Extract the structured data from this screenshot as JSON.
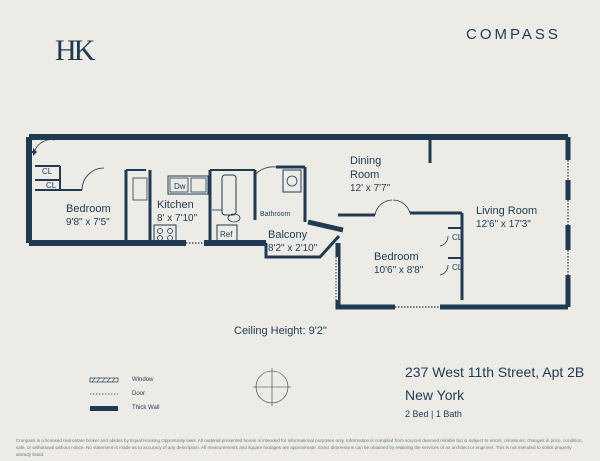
{
  "brand": {
    "logo_left": "HK",
    "logo_right": "COMPASS"
  },
  "rooms": {
    "bedroom1": {
      "name": "Bedroom",
      "dims": "9'8\" x 7'5\""
    },
    "kitchen": {
      "name": "Kitchen",
      "dims": "8' x 7'10\""
    },
    "dining": {
      "name": "Dining Room",
      "name_line1": "Dining",
      "name_line2": "Room",
      "dims": "12' x 7'7\""
    },
    "living": {
      "name": "Living Room",
      "dims": "12'6\" x 17'3\""
    },
    "balcony": {
      "name": "Balcony",
      "dims": "8'2\" x 2'10\""
    },
    "bedroom2": {
      "name": "Bedroom",
      "dims": "10'6\" x 8'8\""
    },
    "bathroom": {
      "name": "Bathroom"
    }
  },
  "fixtures": {
    "cl": "CL",
    "dw": "Dw",
    "ref": "Ref"
  },
  "ceiling_height": "Ceiling Height: 9'2\"",
  "listing": {
    "address": "237 West 11th Street, Apt 2B",
    "city": "New York",
    "beds_baths": "2 Bed | 1 Bath"
  },
  "legend": {
    "window": "Window",
    "door": "Door",
    "thick_wall": "Thick Wall"
  },
  "colors": {
    "background": "#ecebe6",
    "wall": "#1f3a52"
  },
  "disclaimer": "Compass is a licensed real estate broker and abides by Equal Housing Opportunity laws. All material presented herein is intended for informational purposes only. Information is compiled from sources deemed reliable but is subject to errors, omissions, changes in price, condition, sale, or withdrawal without notice. No statement is made as to accuracy of any description. All measurements and square footages are approximate. Exact dimensions can be obtained by retaining the services of an architect or engineer. This is not intended to solicit property already listed."
}
